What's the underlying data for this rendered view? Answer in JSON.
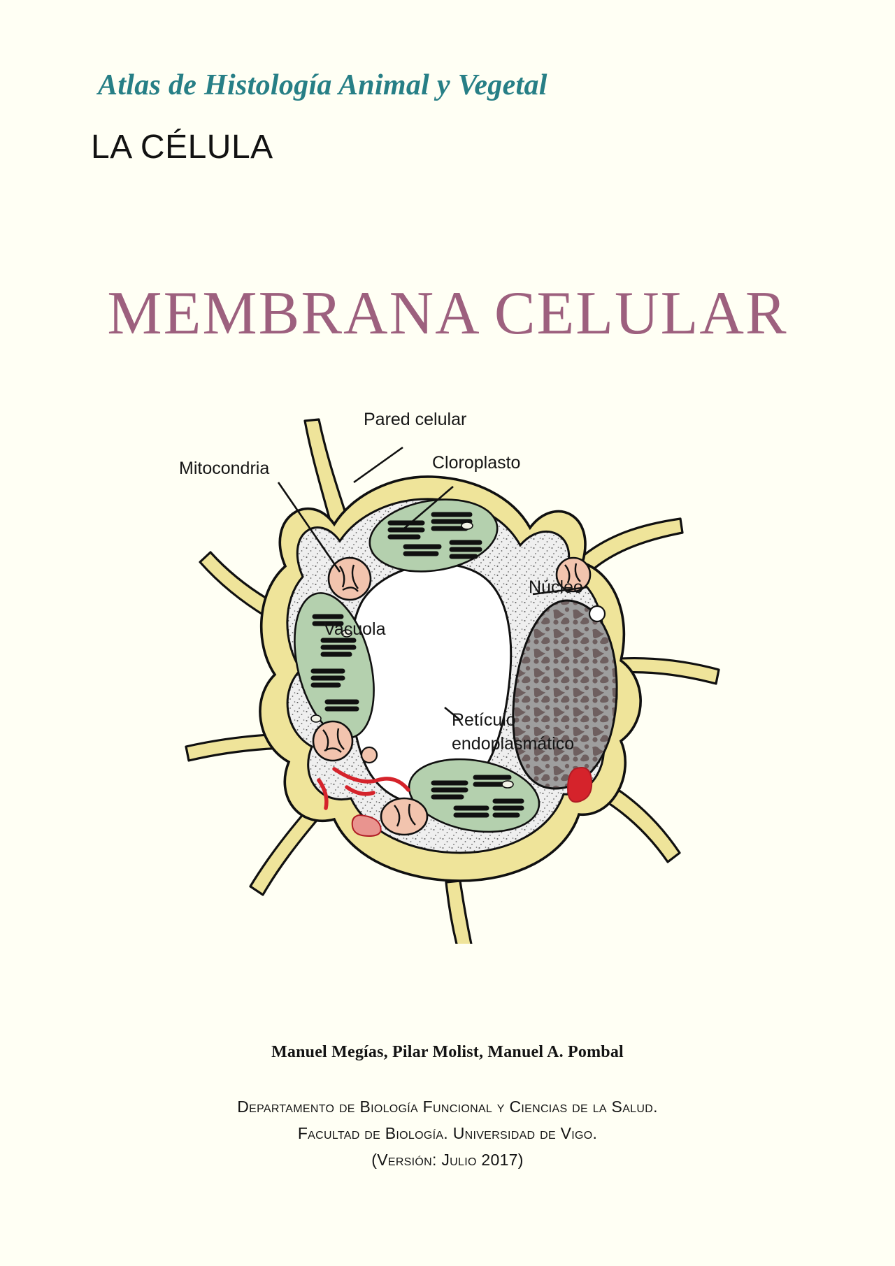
{
  "page": {
    "background_color": "#FFFFF4",
    "series_title": "Atlas de Histología Animal y Vegetal",
    "series_title_color": "#277F86",
    "section_title": "LA CÉLULA",
    "main_title": "MEMBRANA CELULAR",
    "main_title_color": "#9D607E"
  },
  "figure": {
    "caption_labels": {
      "pared_celular": "Pared celular",
      "cloroplasto": "Cloroplasto",
      "mitocondria": "Mitocondria",
      "nucleo": "Núcleo",
      "vacuola": "Vacuola",
      "reticulo_line1": "Retículo",
      "reticulo_line2": "endoplasmático"
    },
    "colors": {
      "cell_wall": "#EFE49A",
      "cytoplasm": "#EFEFEF",
      "chloroplast": "#B4D0AE",
      "mitochondria": "#F2C4AE",
      "nucleus": "#9B9B9B",
      "chromatin": "#6E5F5F",
      "reticulum": "#D5232B",
      "vacuole": "#FFFFFF",
      "outline": "#101010"
    }
  },
  "credits": {
    "authors": "Manuel Megías, Pilar Molist, Manuel A. Pombal",
    "department": "Departamento de Biología Funcional y Ciencias de la Salud.",
    "faculty": "Facultad de Biología. Universidad de Vigo.",
    "version": "(Versión: Julio 2017)"
  }
}
